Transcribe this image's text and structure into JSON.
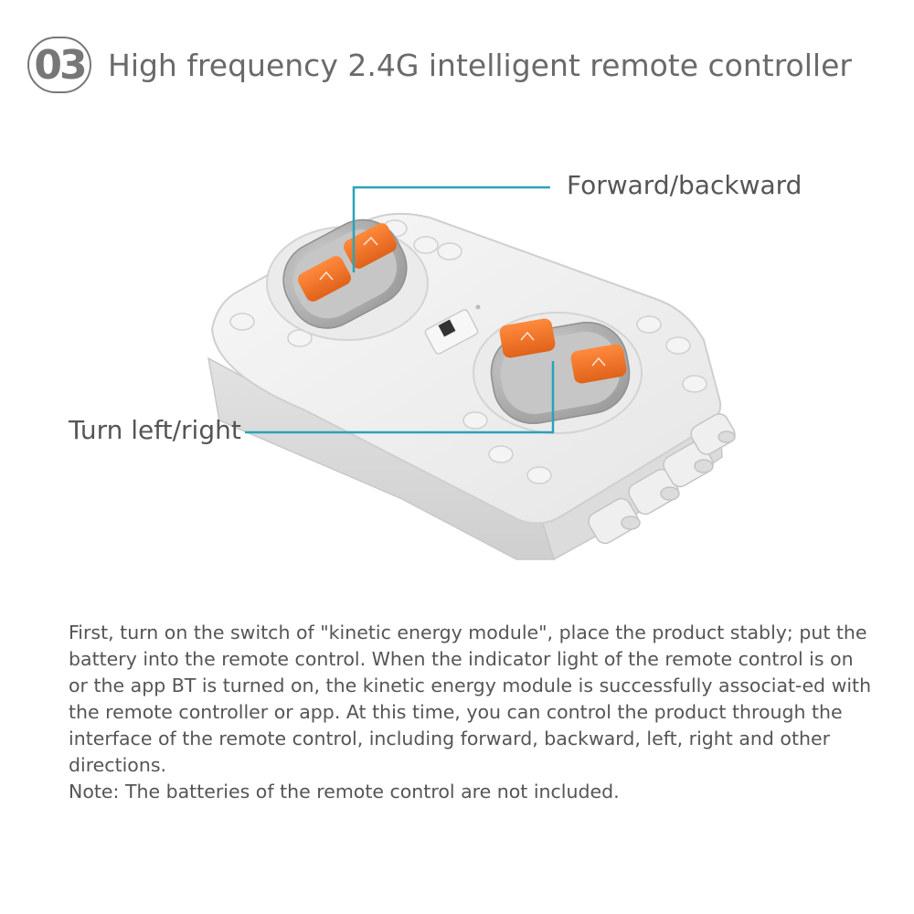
{
  "header": {
    "step_number": "03",
    "title": "High frequency 2.4G intelligent remote controller"
  },
  "callouts": {
    "forward_backward": "Forward/backward",
    "turn_left_right": "Turn left/right"
  },
  "description": {
    "paragraphs": [
      "First, turn on the switch of \"kinetic energy module\", place the product stably; put the battery into the remote control. When the indicator light of the remote control is on or the app BT is turned on, the kinetic energy module is successfully associat-ed with the remote controller or app. At this time, you can control the product through the interface of the remote control, including forward, backward, left, right and other directions.",
      "Note: The batteries of the remote control are not included."
    ]
  },
  "colors": {
    "accent_line": "#2aa3b8",
    "button_orange": "#f07426",
    "body_white": "#f2f2f2",
    "text_gray": "#555555"
  }
}
